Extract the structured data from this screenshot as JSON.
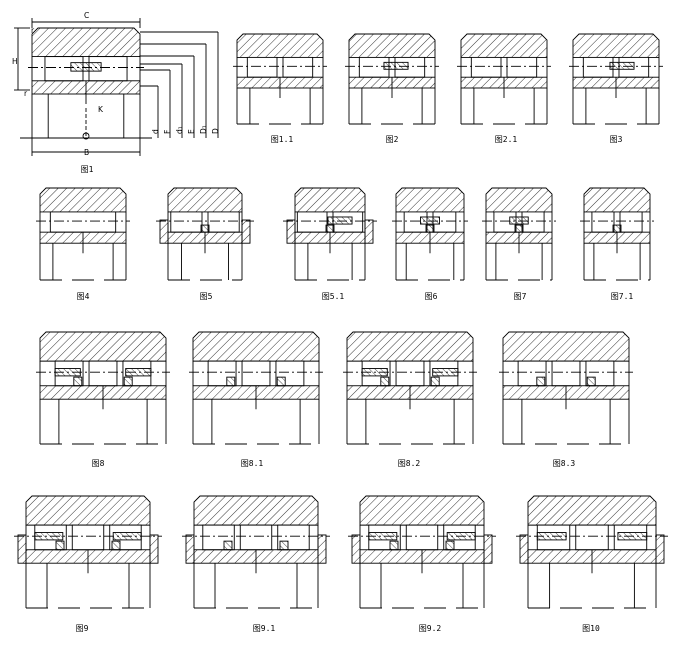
{
  "figure_1_dims": {
    "c": "C",
    "h": "H",
    "r_top": "r",
    "r_left": "r",
    "k": "K",
    "b": "B",
    "d": "d",
    "f": "F",
    "d1": "d₁",
    "e": "E",
    "d_outer1": "D₁",
    "d_outer": "D"
  },
  "captions": [
    {
      "id": "fig1",
      "text": "图1"
    },
    {
      "id": "fig1_1",
      "text": "图1.1"
    },
    {
      "id": "fig2",
      "text": "图2"
    },
    {
      "id": "fig2_1",
      "text": "图2.1"
    },
    {
      "id": "fig3",
      "text": "图3"
    },
    {
      "id": "fig4",
      "text": "图4"
    },
    {
      "id": "fig5",
      "text": "图5"
    },
    {
      "id": "fig5_1",
      "text": "图5.1"
    },
    {
      "id": "fig6",
      "text": "图6"
    },
    {
      "id": "fig7",
      "text": "图7"
    },
    {
      "id": "fig7_1",
      "text": "图7.1"
    },
    {
      "id": "fig8",
      "text": "图8"
    },
    {
      "id": "fig8_1",
      "text": "图8.1"
    },
    {
      "id": "fig8_2",
      "text": "图8.2"
    },
    {
      "id": "fig8_3",
      "text": "图8.3"
    },
    {
      "id": "fig9",
      "text": "图9"
    },
    {
      "id": "fig9_1",
      "text": "图9.1"
    },
    {
      "id": "fig9_2",
      "text": "图9.2"
    },
    {
      "id": "fig10",
      "text": "图10"
    }
  ]
}
